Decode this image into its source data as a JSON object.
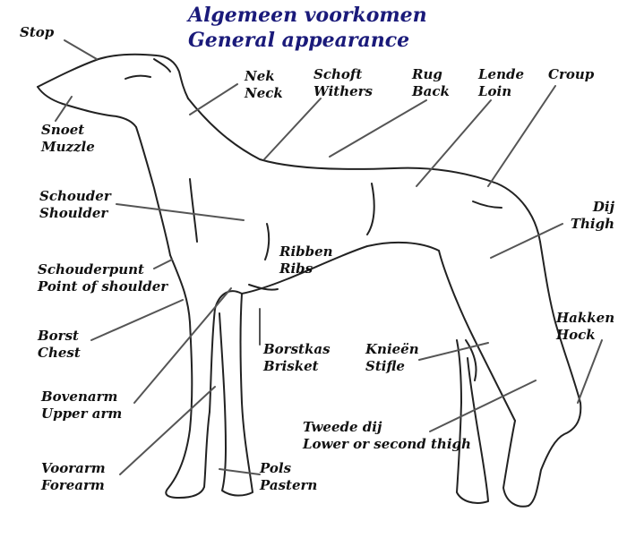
{
  "title": {
    "dutch": "Algemeen voorkomen",
    "english": "General appearance"
  },
  "labels": {
    "stop": {
      "dutch": "Stop"
    },
    "muzzle": {
      "dutch": "Snoet",
      "english": "Muzzle"
    },
    "neck": {
      "dutch": "Nek",
      "english": "Neck"
    },
    "withers": {
      "dutch": "Schoft",
      "english": "Withers"
    },
    "back": {
      "dutch": "Rug",
      "english": "Back"
    },
    "loin": {
      "dutch": "Lende",
      "english": "Loin"
    },
    "croup": {
      "dutch": "Croup"
    },
    "thigh": {
      "dutch": "Dij",
      "english": "Thigh"
    },
    "shoulder": {
      "dutch": "Schouder",
      "english": "Shoulder"
    },
    "ribs": {
      "dutch": "Ribben",
      "english": "Ribs"
    },
    "point_of_shoulder": {
      "dutch": "Schouderpunt",
      "english": "Point of shoulder"
    },
    "chest": {
      "dutch": "Borst",
      "english": "Chest"
    },
    "brisket": {
      "dutch": "Borstkas",
      "english": "Brisket"
    },
    "stifle": {
      "dutch": "Knieën",
      "english": "Stifle"
    },
    "hock": {
      "dutch": "Hakken",
      "english": "Hock"
    },
    "upper_arm": {
      "dutch": "Bovenarm",
      "english": "Upper arm"
    },
    "second_thigh": {
      "dutch": "Tweede dij",
      "english": "Lower or second thigh"
    },
    "forearm": {
      "dutch": "Voorarm",
      "english": "Forearm"
    },
    "pastern": {
      "dutch": "Pols",
      "english": "Pastern"
    }
  },
  "colors": {
    "title": "#1a1a7a",
    "outline": "#222222",
    "leader": "#555555"
  }
}
